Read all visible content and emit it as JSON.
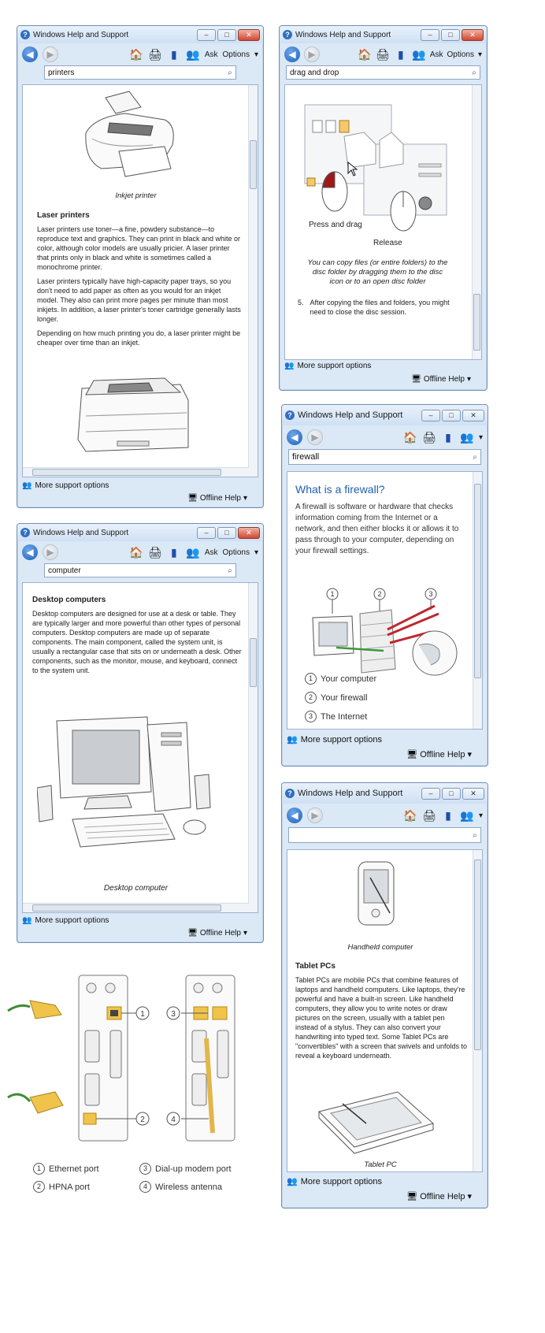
{
  "common": {
    "title": "Windows Help and Support",
    "ask": "Ask",
    "options": "Options",
    "more_support": "More support options",
    "offline": "Offline Help"
  },
  "win1": {
    "search": "printers",
    "caption1": "Inkjet printer",
    "heading": "Laser printers",
    "para1": "Laser printers use toner—a fine, powdery substance—to reproduce text and graphics. They can print in black and white or color, although color models are usually pricier. A laser printer that prints only in black and white is sometimes called a monochrome printer.",
    "para2": "Laser printers typically have high-capacity paper trays, so you don't need to add paper as often as you would for an inkjet model. They also can print more pages per minute than most inkjets. In addition, a laser printer's toner cartridge generally lasts longer.",
    "para3": "Depending on how much printing you do, a laser printer might be cheaper over time than an inkjet."
  },
  "win2": {
    "search": "drag and drop",
    "label_press": "Press and drag",
    "label_release": "Release",
    "caption": "You can copy files (or entire folders) to the disc folder by dragging them to the disc icon or to an open disc folder",
    "step_num": "5.",
    "step_text": "After copying the files and folders, you might need to close the disc session."
  },
  "win3": {
    "search": "computer",
    "heading": "Desktop computers",
    "para": "Desktop computers are designed for use at a desk or table. They are typically larger and more powerful than other types of personal computers. Desktop computers are made up of separate components. The main component, called the system unit, is usually a rectangular case that sits on or underneath a desk. Other components, such as the monitor, mouse, and keyboard, connect to the system unit.",
    "caption": "Desktop computer"
  },
  "win4": {
    "search": "firewall",
    "title": "What is a firewall?",
    "para": "A firewall is software or hardware that checks information coming from the Internet or a network, and then either blocks it or allows it to pass through to your computer, depending on your firewall settings.",
    "items": [
      {
        "num": "1",
        "label": "Your computer"
      },
      {
        "num": "2",
        "label": "Your firewall"
      },
      {
        "num": "3",
        "label": "The Internet"
      }
    ]
  },
  "win5": {
    "search": "",
    "caption1": "Handheld computer",
    "heading": "Tablet PCs",
    "para": "Tablet PCs are mobile PCs that combine features of laptops and handheld computers. Like laptops, they're powerful and have a built-in screen. Like handheld computers, they allow you to write notes or draw pictures on the screen, usually with a tablet pen instead of a stylus. They can also convert your handwriting into typed text. Some Tablet PCs are \"convertibles\" with a screen that swivels and unfolds to reveal a keyboard underneath.",
    "caption2": "Tablet PC"
  },
  "ports": {
    "callouts": [
      "1",
      "2",
      "3",
      "4"
    ],
    "legend": [
      {
        "num": "1",
        "label": "Ethernet port"
      },
      {
        "num": "3",
        "label": "Dial-up modem port"
      },
      {
        "num": "2",
        "label": "HPNA port"
      },
      {
        "num": "4",
        "label": "Wireless antenna"
      }
    ]
  },
  "icons": [
    "help-icon",
    "back-icon",
    "forward-icon",
    "home-icon",
    "print-icon",
    "browse-help-icon",
    "ask-icon",
    "search-icon",
    "support-icon",
    "offline-icon"
  ]
}
